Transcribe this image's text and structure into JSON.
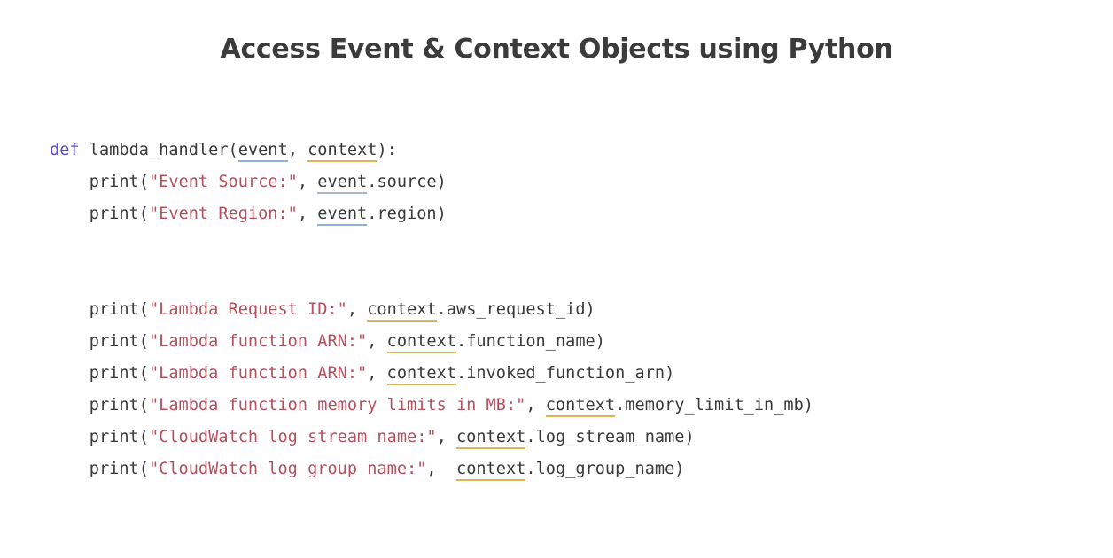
{
  "slide": {
    "title": "Access Event & Context Objects using Python",
    "background_color": "#ffffff",
    "title_color": "#3b3b3b"
  },
  "colors": {
    "keyword": "#5b4fc4",
    "string": "#b5505e",
    "plain_text": "#3a3a3a",
    "event_underline": "#8fb0d8",
    "event_underline_grey": "#a8b6c4",
    "context_underline": "#e0b457"
  },
  "code": {
    "language": "python",
    "lines": [
      {
        "index": 1,
        "text": "def lambda_handler(event, context):",
        "tokens": [
          {
            "t": "def",
            "type": "keyword"
          },
          {
            "t": " lambda_handler(",
            "type": "plain"
          },
          {
            "t": "event",
            "type": "ident-event-blue"
          },
          {
            "t": ", ",
            "type": "plain"
          },
          {
            "t": "context",
            "type": "ident-context"
          },
          {
            "t": "):",
            "type": "plain"
          }
        ]
      },
      {
        "index": 2,
        "text": "    print(\"Event Source:\", event.source)",
        "tokens": [
          {
            "t": "    print(",
            "type": "plain"
          },
          {
            "t": "\"Event Source:\"",
            "type": "string"
          },
          {
            "t": ", ",
            "type": "plain"
          },
          {
            "t": "event",
            "type": "ident-event-grey"
          },
          {
            "t": ".source)",
            "type": "plain"
          }
        ]
      },
      {
        "index": 3,
        "text": "    print(\"Event Region:\", event.region)",
        "tokens": [
          {
            "t": "    print(",
            "type": "plain"
          },
          {
            "t": "\"Event Region:\"",
            "type": "string"
          },
          {
            "t": ", ",
            "type": "plain"
          },
          {
            "t": "event",
            "type": "ident-event-blue"
          },
          {
            "t": ".region)",
            "type": "plain"
          }
        ]
      },
      {
        "index": 4,
        "text": "",
        "tokens": []
      },
      {
        "index": 5,
        "text": "",
        "tokens": []
      },
      {
        "index": 6,
        "text": "    print(\"Lambda Request ID:\", context.aws_request_id)",
        "tokens": [
          {
            "t": "    print(",
            "type": "plain"
          },
          {
            "t": "\"Lambda Request ID:\"",
            "type": "string"
          },
          {
            "t": ", ",
            "type": "plain"
          },
          {
            "t": "context",
            "type": "ident-context"
          },
          {
            "t": ".aws_request_id)",
            "type": "plain"
          }
        ]
      },
      {
        "index": 7,
        "text": "    print(\"Lambda function ARN:\", context.function_name)",
        "tokens": [
          {
            "t": "    print(",
            "type": "plain"
          },
          {
            "t": "\"Lambda function ARN:\"",
            "type": "string"
          },
          {
            "t": ", ",
            "type": "plain"
          },
          {
            "t": "context",
            "type": "ident-context"
          },
          {
            "t": ".function_name)",
            "type": "plain"
          }
        ]
      },
      {
        "index": 8,
        "text": "    print(\"Lambda function ARN:\", context.invoked_function_arn)",
        "tokens": [
          {
            "t": "    print(",
            "type": "plain"
          },
          {
            "t": "\"Lambda function ARN:\"",
            "type": "string"
          },
          {
            "t": ", ",
            "type": "plain"
          },
          {
            "t": "context",
            "type": "ident-context"
          },
          {
            "t": ".invoked_function_arn)",
            "type": "plain"
          }
        ]
      },
      {
        "index": 9,
        "text": "    print(\"Lambda function memory limits in MB:\", context.memory_limit_in_mb)",
        "tokens": [
          {
            "t": "    print(",
            "type": "plain"
          },
          {
            "t": "\"Lambda function memory limits in MB:\"",
            "type": "string"
          },
          {
            "t": ", ",
            "type": "plain"
          },
          {
            "t": "context",
            "type": "ident-context"
          },
          {
            "t": ".memory_limit_in_mb)",
            "type": "plain"
          }
        ]
      },
      {
        "index": 10,
        "text": "    print(\"CloudWatch log stream name:\", context.log_stream_name)",
        "tokens": [
          {
            "t": "    print(",
            "type": "plain"
          },
          {
            "t": "\"CloudWatch log stream name:\"",
            "type": "string"
          },
          {
            "t": ", ",
            "type": "plain"
          },
          {
            "t": "context",
            "type": "ident-context"
          },
          {
            "t": ".log_stream_name)",
            "type": "plain"
          }
        ]
      },
      {
        "index": 11,
        "text": "    print(\"CloudWatch log group name:\",  context.log_group_name)",
        "tokens": [
          {
            "t": "    print(",
            "type": "plain"
          },
          {
            "t": "\"CloudWatch log group name:\"",
            "type": "string"
          },
          {
            "t": ",  ",
            "type": "plain"
          },
          {
            "t": "context",
            "type": "ident-context"
          },
          {
            "t": ".log_group_name)",
            "type": "plain"
          }
        ]
      }
    ]
  }
}
